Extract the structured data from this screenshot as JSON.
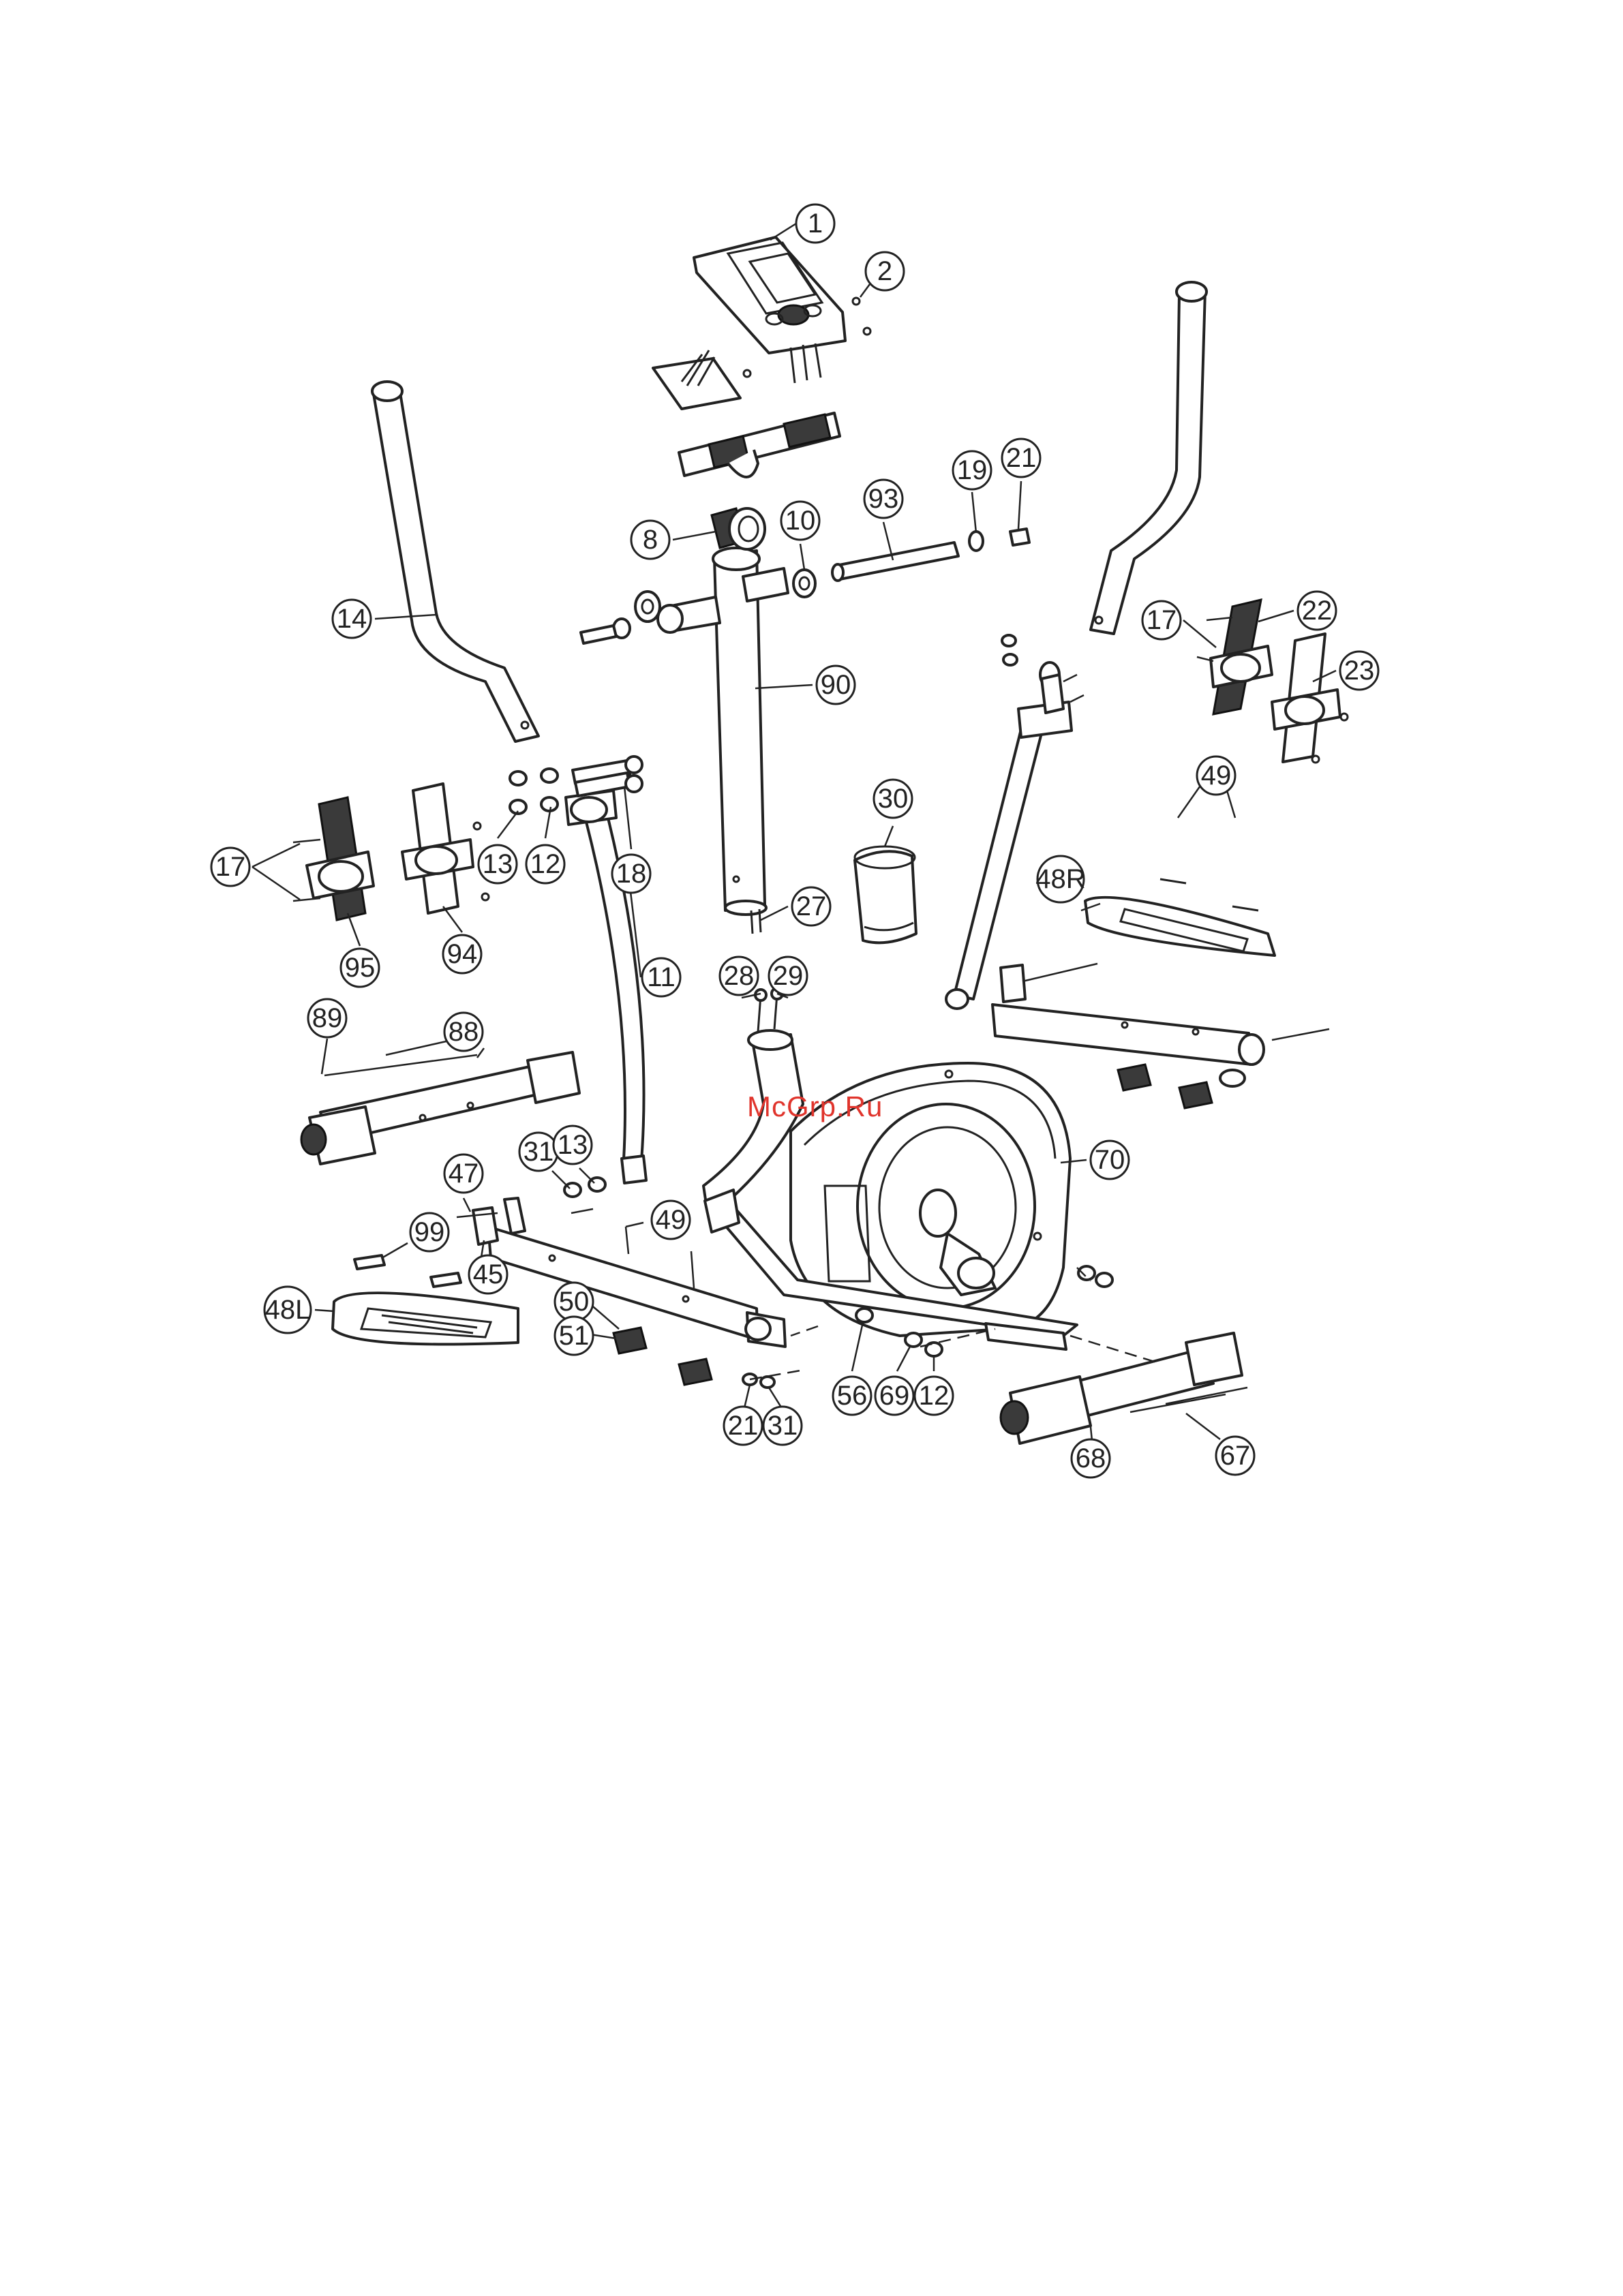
{
  "watermark": "McGrp.Ru",
  "colors": {
    "watermark": "#e0342c",
    "line": "#222222"
  },
  "callouts": [
    {
      "id": "c1",
      "label": "1"
    },
    {
      "id": "c2",
      "label": "2"
    },
    {
      "id": "c8",
      "label": "8"
    },
    {
      "id": "c10",
      "label": "10"
    },
    {
      "id": "c93",
      "label": "93"
    },
    {
      "id": "c19",
      "label": "19"
    },
    {
      "id": "c21a",
      "label": "21"
    },
    {
      "id": "c14",
      "label": "14"
    },
    {
      "id": "c90",
      "label": "90"
    },
    {
      "id": "c17a",
      "label": "17"
    },
    {
      "id": "c22",
      "label": "22"
    },
    {
      "id": "c23",
      "label": "23"
    },
    {
      "id": "c49a",
      "label": "49"
    },
    {
      "id": "c30",
      "label": "30"
    },
    {
      "id": "c13a",
      "label": "13"
    },
    {
      "id": "c12a",
      "label": "12"
    },
    {
      "id": "c18",
      "label": "18"
    },
    {
      "id": "c17b",
      "label": "17"
    },
    {
      "id": "c95",
      "label": "95"
    },
    {
      "id": "c94",
      "label": "94"
    },
    {
      "id": "c27",
      "label": "27"
    },
    {
      "id": "c48r",
      "label": "48R"
    },
    {
      "id": "c11",
      "label": "11"
    },
    {
      "id": "c28",
      "label": "28"
    },
    {
      "id": "c29",
      "label": "29"
    },
    {
      "id": "c89",
      "label": "89"
    },
    {
      "id": "c88",
      "label": "88"
    },
    {
      "id": "c70",
      "label": "70"
    },
    {
      "id": "c47",
      "label": "47"
    },
    {
      "id": "c31a",
      "label": "31"
    },
    {
      "id": "c13b",
      "label": "13"
    },
    {
      "id": "c49b",
      "label": "49"
    },
    {
      "id": "c99",
      "label": "99"
    },
    {
      "id": "c45",
      "label": "45"
    },
    {
      "id": "c48l",
      "label": "48L"
    },
    {
      "id": "c50",
      "label": "50"
    },
    {
      "id": "c51",
      "label": "51"
    },
    {
      "id": "c56",
      "label": "56"
    },
    {
      "id": "c69",
      "label": "69"
    },
    {
      "id": "c12b",
      "label": "12"
    },
    {
      "id": "c21b",
      "label": "21"
    },
    {
      "id": "c31b",
      "label": "31"
    },
    {
      "id": "c68",
      "label": "68"
    },
    {
      "id": "c67",
      "label": "67"
    }
  ]
}
